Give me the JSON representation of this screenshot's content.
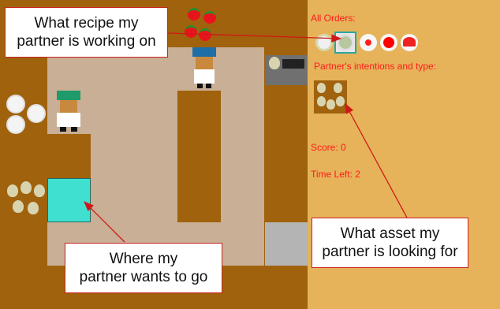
{
  "callouts": {
    "recipe_line1": "What recipe my",
    "recipe_line2": "partner is working on",
    "destination_line1": "Where my",
    "destination_line2": "partner wants to go",
    "asset_line1": "What asset my",
    "asset_line2": "partner is looking for"
  },
  "sidebar": {
    "all_orders_label": "All Orders:",
    "intentions_label": "Partner's intentions and type:",
    "score_label": "Score: 0",
    "time_left_label": "Time Left: 2"
  },
  "orders": [
    {
      "name": "onion-dish",
      "color": "#d8d8b0"
    },
    {
      "name": "onion-soup-selected",
      "color": "#b7c7a0"
    },
    {
      "name": "tomato-slice",
      "color": "#ff2020"
    },
    {
      "name": "tomato-soup",
      "color": "#ff0000"
    },
    {
      "name": "tomato-dome",
      "color": "#ee2222"
    }
  ],
  "colors": {
    "counter": "#a0620c",
    "floor": "#c8af95",
    "sidebar": "#e6b35a",
    "accent_red": "#ff1a1a",
    "target_tile": "#40e0d0",
    "serving_area": "#b4b4b4"
  },
  "icons": {
    "tomato_pile": "tomato-icon",
    "onion_pile": "onion-icon",
    "plate_stack": "plate-icon",
    "stove": "stove-icon",
    "chef_green": "chef-icon",
    "chef_blue": "chef-icon"
  }
}
